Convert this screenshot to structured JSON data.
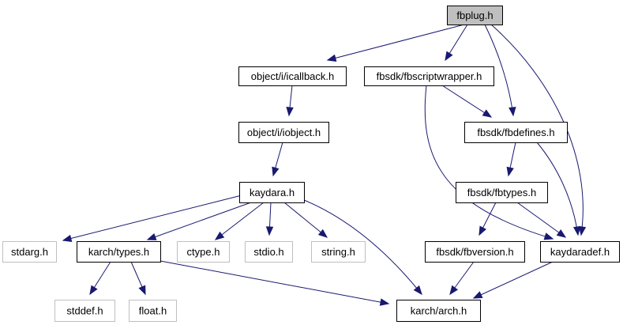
{
  "graph": {
    "title": "fbplug.h",
    "colors": {
      "edge": "#191970",
      "root_fill": "#bfbfbf",
      "node_fill": "#ffffff",
      "node_border": "#000000",
      "external_border": "#bfbfbf",
      "text": "#000000",
      "external_text": "#000000"
    },
    "nodes": [
      {
        "id": "fbplug",
        "label": "fbplug.h",
        "kind": "root"
      },
      {
        "id": "icallback",
        "label": "object/i/icallback.h",
        "kind": "internal"
      },
      {
        "id": "fbscriptwrapper",
        "label": "fbsdk/fbscriptwrapper.h",
        "kind": "internal"
      },
      {
        "id": "iobject",
        "label": "object/i/iobject.h",
        "kind": "internal"
      },
      {
        "id": "fbdefines",
        "label": "fbsdk/fbdefines.h",
        "kind": "internal"
      },
      {
        "id": "kaydara",
        "label": "kaydara.h",
        "kind": "internal"
      },
      {
        "id": "fbtypes",
        "label": "fbsdk/fbtypes.h",
        "kind": "internal"
      },
      {
        "id": "stdarg",
        "label": "stdarg.h",
        "kind": "external"
      },
      {
        "id": "karchtypes",
        "label": "karch/types.h",
        "kind": "internal"
      },
      {
        "id": "ctype",
        "label": "ctype.h",
        "kind": "external"
      },
      {
        "id": "stdio",
        "label": "stdio.h",
        "kind": "external"
      },
      {
        "id": "string",
        "label": "string.h",
        "kind": "external"
      },
      {
        "id": "fbversion",
        "label": "fbsdk/fbversion.h",
        "kind": "internal"
      },
      {
        "id": "kaydaradef",
        "label": "kaydaradef.h",
        "kind": "internal"
      },
      {
        "id": "stddef",
        "label": "stddef.h",
        "kind": "external"
      },
      {
        "id": "float",
        "label": "float.h",
        "kind": "external"
      },
      {
        "id": "karcharch",
        "label": "karch/arch.h",
        "kind": "internal"
      }
    ],
    "edges": [
      {
        "from": "fbplug",
        "to": "icallback"
      },
      {
        "from": "fbplug",
        "to": "fbscriptwrapper"
      },
      {
        "from": "fbplug",
        "to": "fbdefines"
      },
      {
        "from": "fbplug",
        "to": "kaydaradef"
      },
      {
        "from": "icallback",
        "to": "iobject"
      },
      {
        "from": "iobject",
        "to": "kaydara"
      },
      {
        "from": "fbscriptwrapper",
        "to": "fbdefines"
      },
      {
        "from": "fbscriptwrapper",
        "to": "kaydaradef"
      },
      {
        "from": "fbdefines",
        "to": "fbtypes"
      },
      {
        "from": "fbdefines",
        "to": "kaydaradef"
      },
      {
        "from": "fbtypes",
        "to": "fbversion"
      },
      {
        "from": "fbtypes",
        "to": "kaydaradef"
      },
      {
        "from": "kaydara",
        "to": "stdarg"
      },
      {
        "from": "kaydara",
        "to": "karchtypes"
      },
      {
        "from": "kaydara",
        "to": "ctype"
      },
      {
        "from": "kaydara",
        "to": "stdio"
      },
      {
        "from": "kaydara",
        "to": "string"
      },
      {
        "from": "kaydara",
        "to": "karcharch"
      },
      {
        "from": "karchtypes",
        "to": "stddef"
      },
      {
        "from": "karchtypes",
        "to": "float"
      },
      {
        "from": "karchtypes",
        "to": "karcharch"
      },
      {
        "from": "fbversion",
        "to": "karcharch"
      },
      {
        "from": "kaydaradef",
        "to": "karcharch"
      }
    ]
  }
}
